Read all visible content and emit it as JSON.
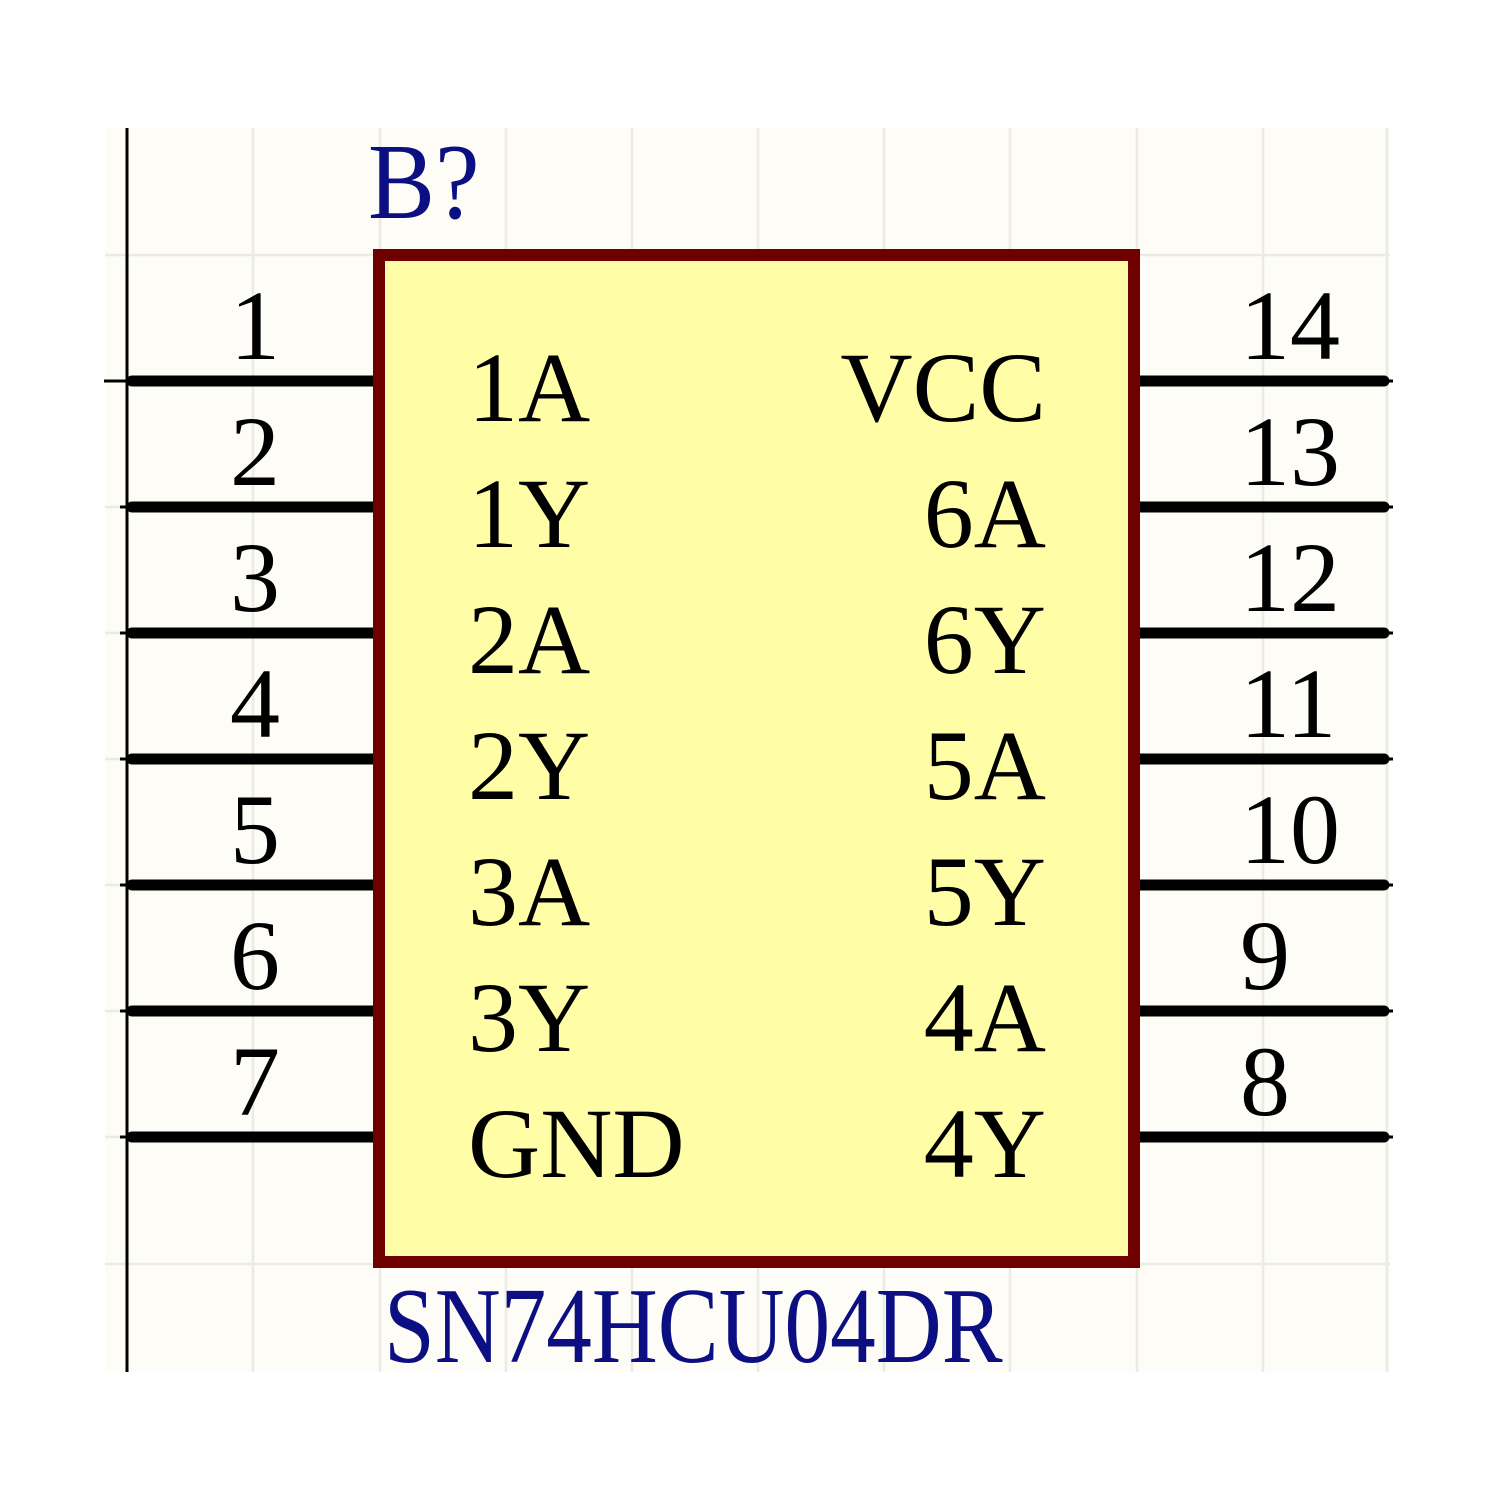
{
  "component": {
    "designator": "B?",
    "part_number": "SN74HCU04DR",
    "colors": {
      "body_fill": "#fffda6",
      "body_border": "#6f0000",
      "label_color": "#0c0f82",
      "pin_color": "#000000",
      "sheet_background": "#fdfcf6",
      "grid_color": "#ecebe3"
    },
    "left_pins": [
      {
        "number": "1",
        "name": "1A"
      },
      {
        "number": "2",
        "name": "1Y"
      },
      {
        "number": "3",
        "name": "2A"
      },
      {
        "number": "4",
        "name": "2Y"
      },
      {
        "number": "5",
        "name": "3A"
      },
      {
        "number": "6",
        "name": "3Y"
      },
      {
        "number": "7",
        "name": "GND"
      }
    ],
    "right_pins": [
      {
        "number": "14",
        "name": "VCC"
      },
      {
        "number": "13",
        "name": "6A"
      },
      {
        "number": "12",
        "name": "6Y"
      },
      {
        "number": "11",
        "name": "5A"
      },
      {
        "number": "10",
        "name": "5Y"
      },
      {
        "number": "9",
        "name": "4A"
      },
      {
        "number": "8",
        "name": "4Y"
      }
    ]
  }
}
